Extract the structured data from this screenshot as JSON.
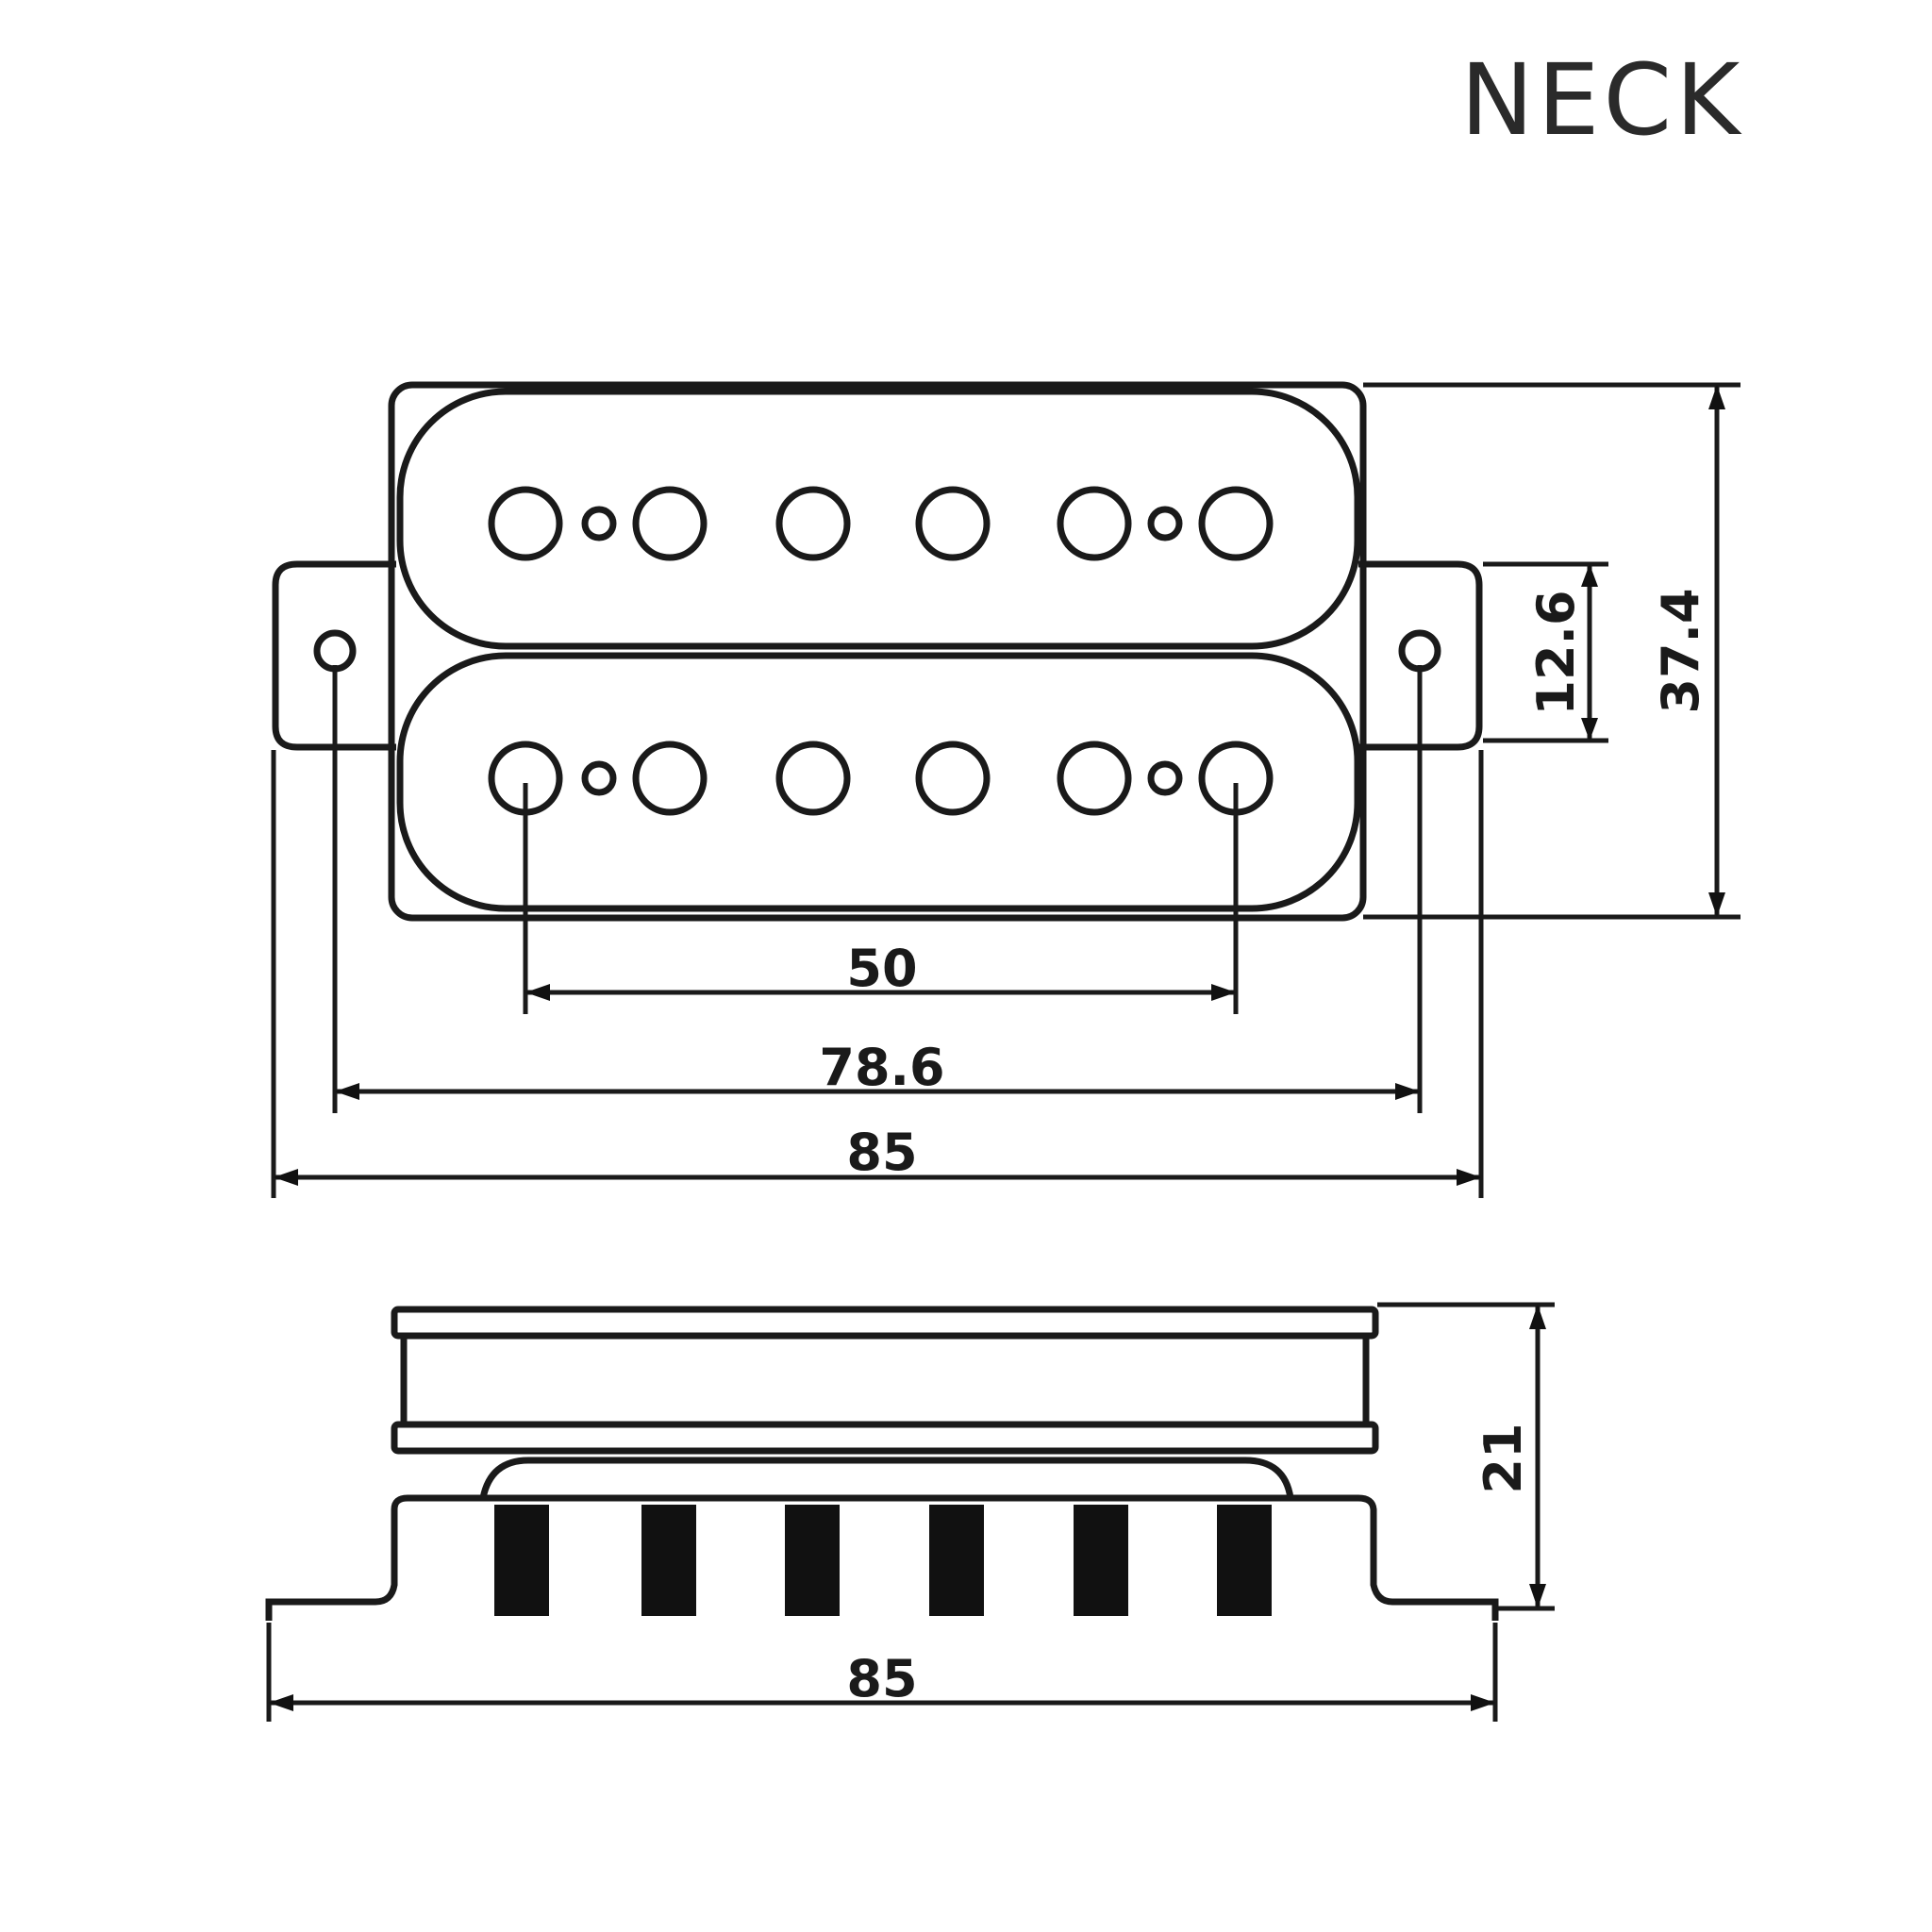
{
  "title": "NECK",
  "top_view": {
    "dimensions": {
      "pole_spacing": "50",
      "mounting_hole_spacing": "78.6",
      "overall_width": "85",
      "bobbin_height": "12.6",
      "overall_height": "37.4"
    }
  },
  "side_view": {
    "dimensions": {
      "overall_width": "85",
      "overall_height": "21"
    }
  },
  "colors": {
    "line": "#1a1a1a",
    "background": "#ffffff",
    "title": "#2a2a2a"
  }
}
